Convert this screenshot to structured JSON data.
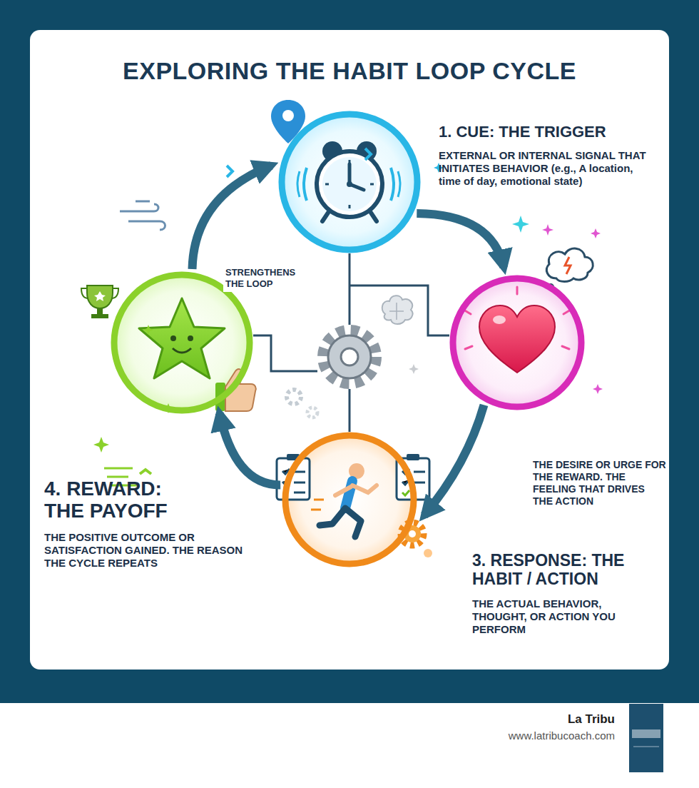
{
  "diagram": {
    "title": "EXPLORING THE HABIT LOOP CYCLE",
    "nodes": [
      {
        "text": [
          "1. CUE: THE TRIGGER",
          "EXTERNAL OR INTERNAL SIGNAL THAT INITIATES BEHAVIOR (e.g., A location, time of day, emotional state)"
        ]
      },
      {
        "text": [
          "THE DESIRE OR URGE FOR THE REWARD. THE FEELING THAT DRIVES THE ACTION"
        ]
      },
      {
        "text": [
          "3. RESPONSE: THE HABIT / ACTION",
          "THE ACTUAL BEHAVIOR, THOUGHT, OR ACTION YOU PERFORM"
        ]
      },
      {
        "text": [
          "4. REWARD: THE PAYOFF",
          "THE POSITIVE OUTCOME OR SATISFACTION GAINED. THE REASON THE CYCLE REPEATS"
        ]
      }
    ],
    "edges": [
      {
        "from": 0,
        "to": 1,
        "arrow": "to"
      },
      {
        "from": 1,
        "to": 2,
        "arrow": "to"
      },
      {
        "from": 2,
        "to": 3,
        "arrow": "to"
      },
      {
        "from": 3,
        "to": 0,
        "label": "STRENGTHENS THE LOOP",
        "arrow": "to"
      }
    ],
    "labels": [
      "La Tribu",
      "www.latribucoach.com"
    ]
  }
}
